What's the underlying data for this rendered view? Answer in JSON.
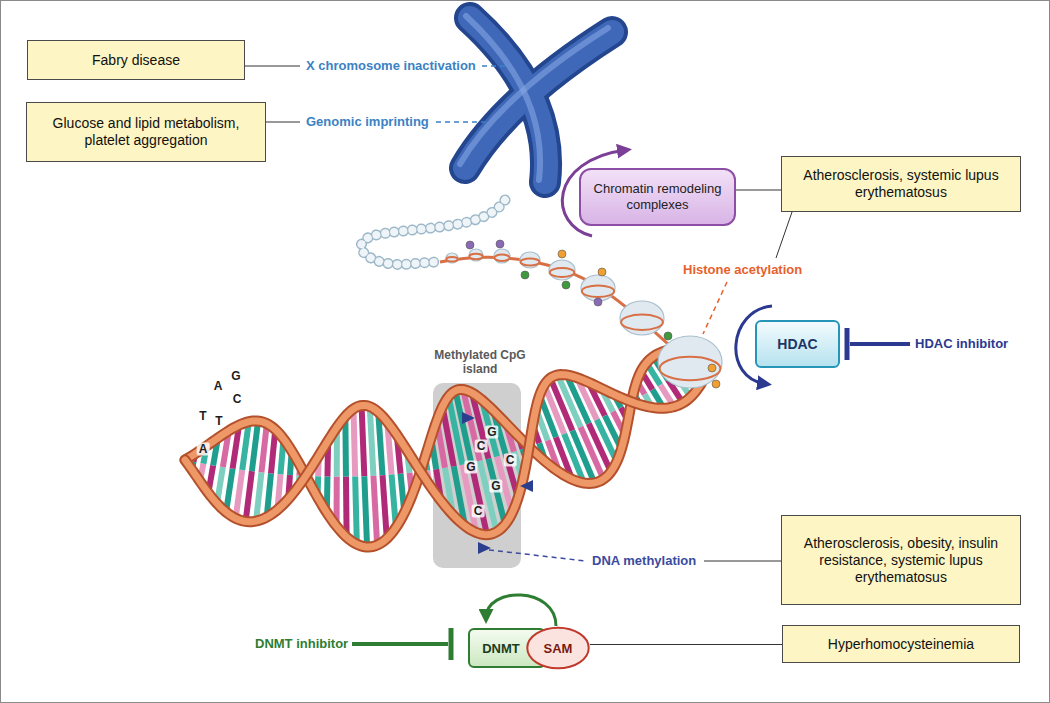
{
  "diagram": {
    "nodes": [
      {
        "text": [
          "Fabry disease"
        ]
      },
      {
        "text": [
          "Glucose and lipid metabolism, platelet aggregation"
        ]
      },
      {
        "text": [
          "Chromatin remodeling complexes"
        ]
      },
      {
        "text": [
          "Atherosclerosis, systemic lupus erythematosus"
        ]
      },
      {
        "text": [
          "HDAC"
        ]
      },
      {
        "text": [
          "Atherosclerosis, obesity, insulin resistance, systemic lupus erythematosus"
        ]
      },
      {
        "text": [
          "DNMT"
        ]
      },
      {
        "text": [
          "SAM"
        ]
      },
      {
        "text": [
          "Hyperhomocysteinemia"
        ]
      }
    ],
    "edges": [
      {
        "from": 2,
        "to": 3,
        "arrow": "none"
      },
      {
        "from": 7,
        "to": 8,
        "arrow": "none"
      }
    ],
    "labels": [
      "X chromosome inactivation",
      "Genomic imprinting",
      "Histone acetylation",
      "HDAC inhibitor",
      "Methylated CpG island",
      "A",
      "G",
      "C",
      "T",
      "T",
      "A",
      "G",
      "C",
      "C",
      "G",
      "G",
      "C",
      "DNA methylation",
      "DNMT inhibitor"
    ]
  }
}
